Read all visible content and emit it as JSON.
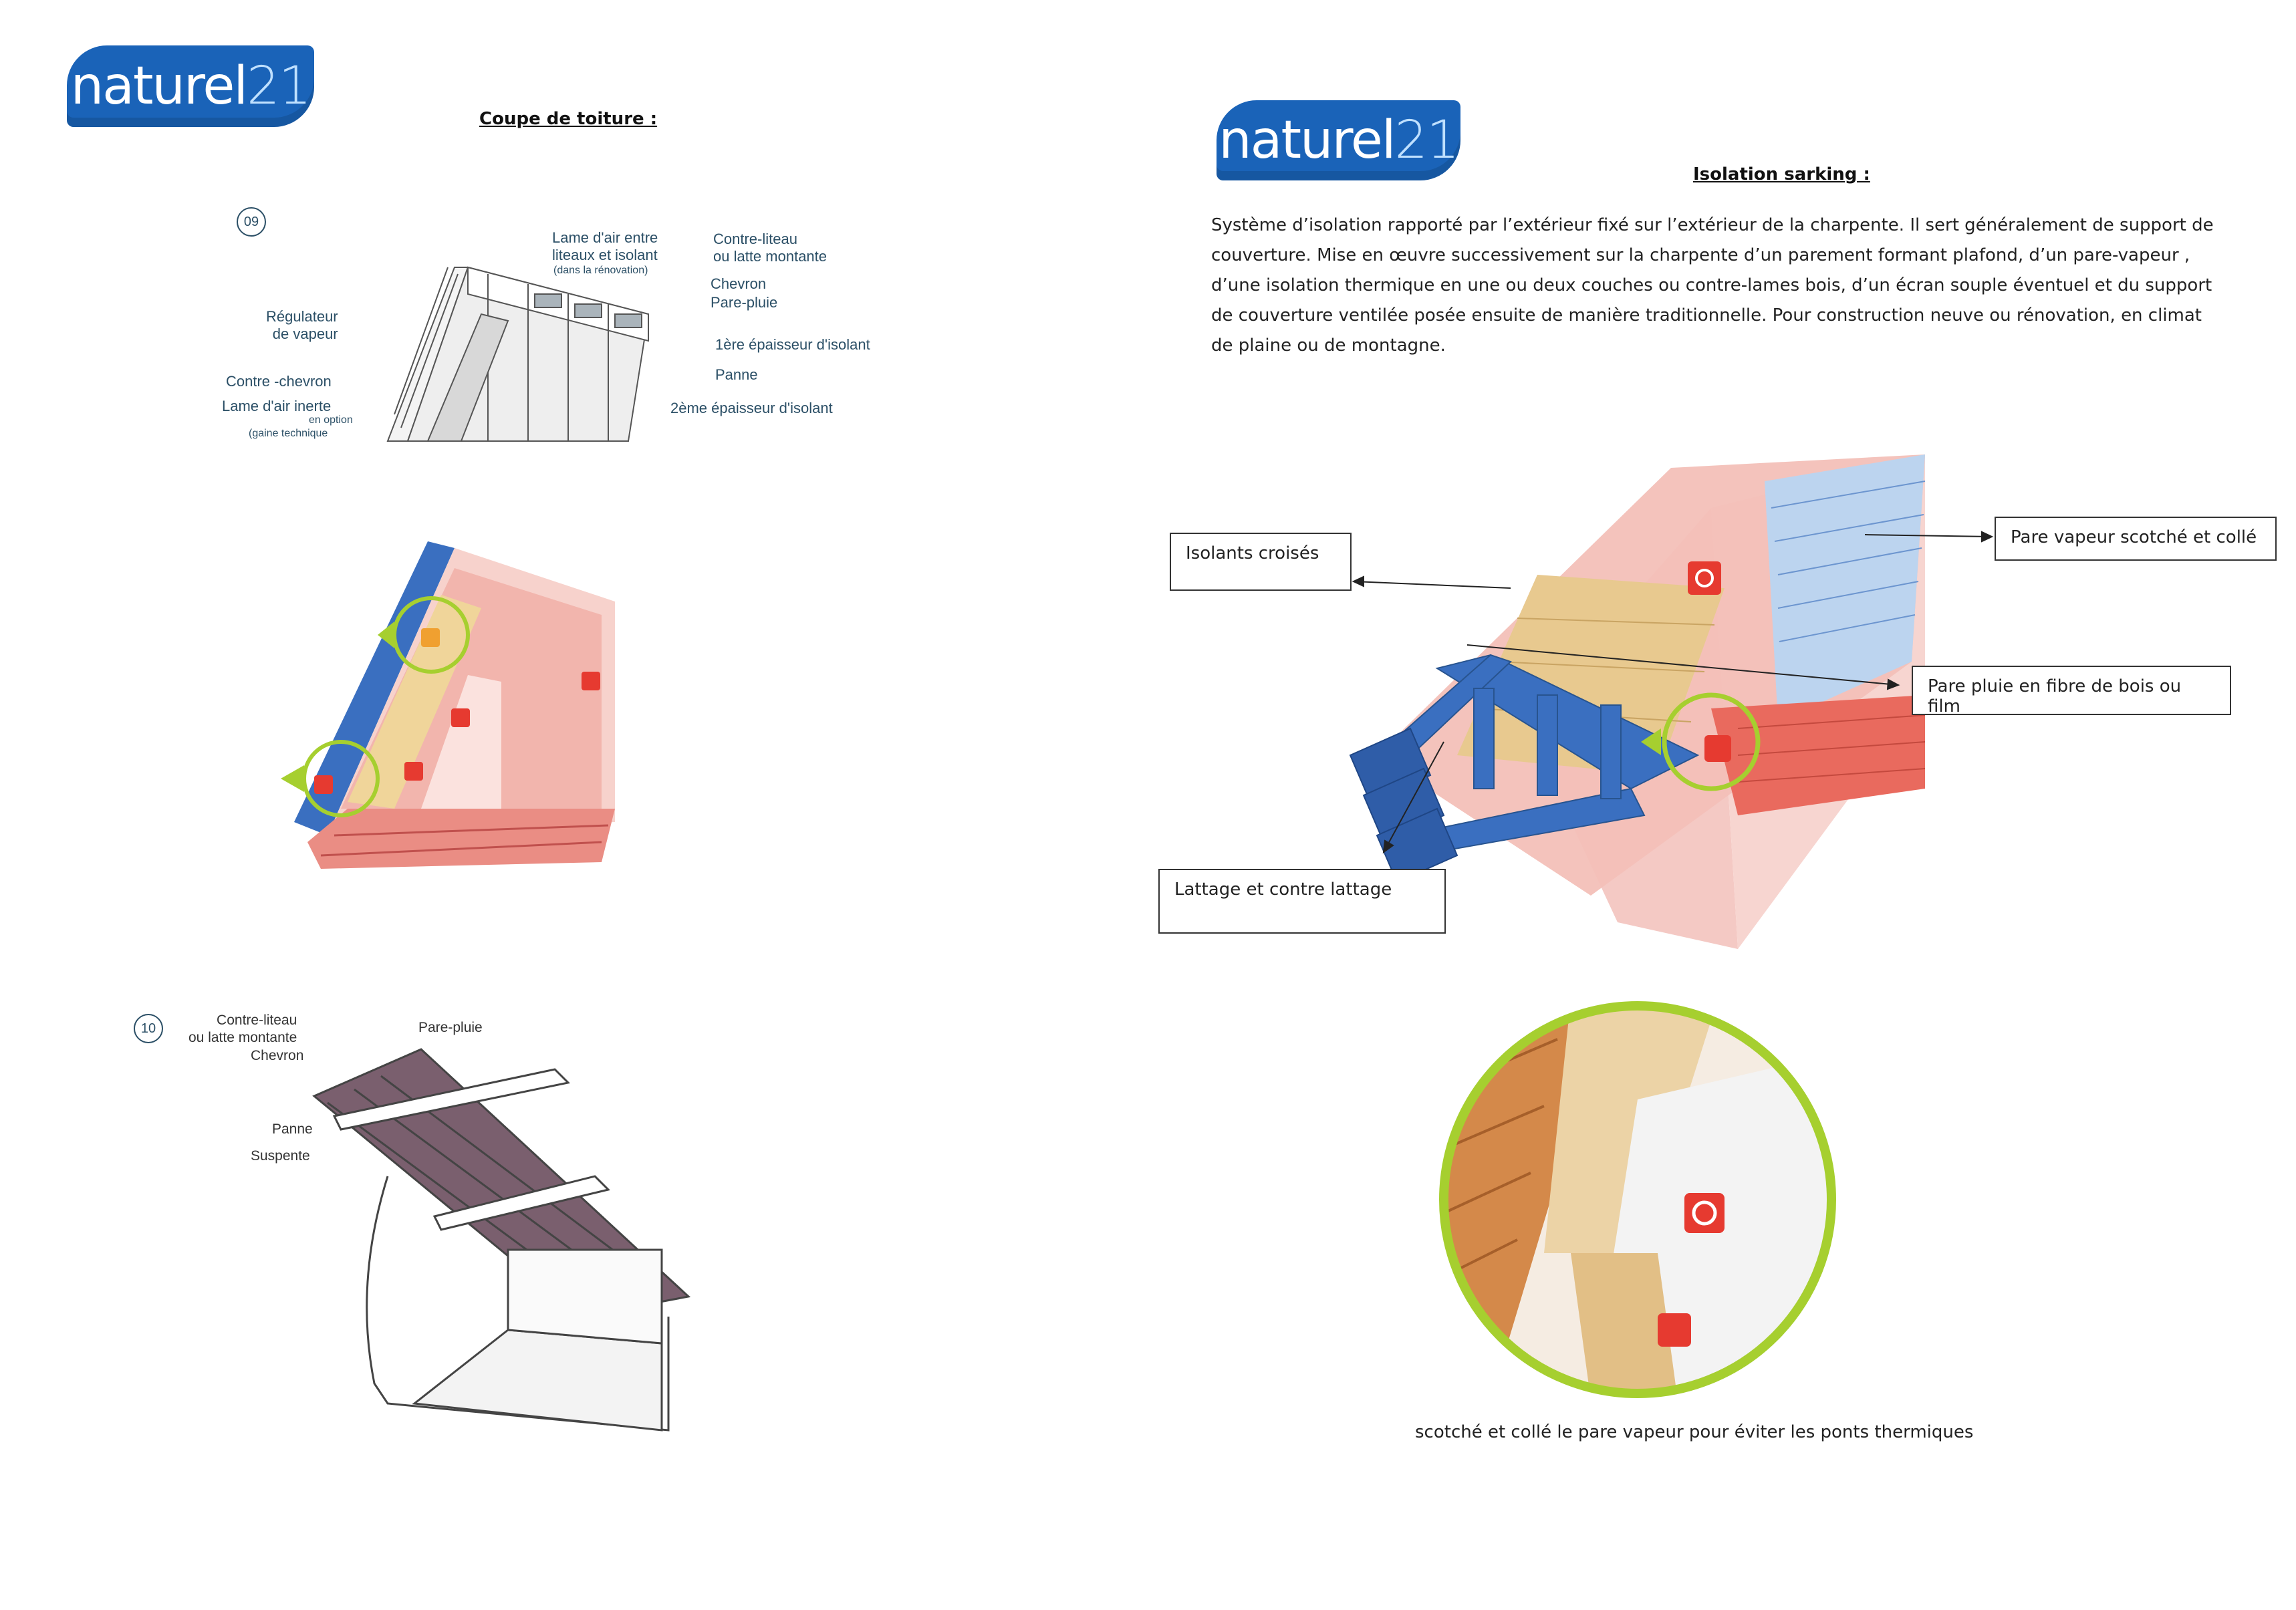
{
  "left": {
    "logo": {
      "word": "naturel",
      "num": "21"
    },
    "title": "Coupe de toiture :",
    "fig09": {
      "number": "09",
      "labels": {
        "lame_air": "Lame d'air entre",
        "lame_air2": "liteaux et isolant",
        "lame_air3": "(dans la rénovation)",
        "contre_liteau": "Contre-liteau",
        "contre_liteau2": "ou latte montante",
        "chevron": "Chevron",
        "pare_pluie": "Pare-pluie",
        "regulateur": "Régulateur",
        "regulateur2": "de vapeur",
        "epaisseur1": "1ère épaisseur d'isolant",
        "contre_chevron": "Contre -chevron",
        "panne": "Panne",
        "lame_inerte": "Lame d'air inerte",
        "en_option": "en option",
        "gaine": "(gaine technique",
        "epaisseur2": "2ème épaisseur d'isolant"
      }
    },
    "fig10": {
      "number": "10",
      "labels": {
        "contre_liteau": "Contre-liteau",
        "contre_liteau2": "ou latte montante",
        "pare_pluie": "Pare-pluie",
        "chevron": "Chevron",
        "panne": "Panne",
        "suspente": "Suspente"
      }
    }
  },
  "right": {
    "logo": {
      "word": "naturel",
      "num": "21"
    },
    "title": "Isolation sarking :",
    "paragraph": [
      "Système d’isolation rapporté par l’extérieur fixé sur l’extérieur de la charpente. Il sert généralement de support de",
      "couverture. Mise en œuvre successivement sur la charpente d’un parement formant plafond, d’un pare-vapeur ,",
      "d’une isolation thermique en une ou deux couches ou contre-lames bois, d’un écran souple éventuel et du support",
      "de couverture ventilée posée ensuite de manière traditionnelle. Pour construction neuve ou rénovation, en climat",
      "de plaine ou de montagne."
    ],
    "callouts": {
      "isolants": "Isolants croisés",
      "pare_vapeur": "Pare vapeur scotché et collé",
      "pare_pluie": "Pare pluie en fibre de bois ou film",
      "lattage": "Lattage et contre lattage"
    },
    "caption": "scotché et collé le pare vapeur pour éviter les ponts thermiques"
  },
  "colors": {
    "brand": "#1a63b8",
    "accent_green": "#a6cf2f",
    "roof_blue": "#3a6fc0",
    "insulation_pink": "#f2b5ad",
    "wood": "#e8c98f",
    "label": "#2b4f66"
  }
}
